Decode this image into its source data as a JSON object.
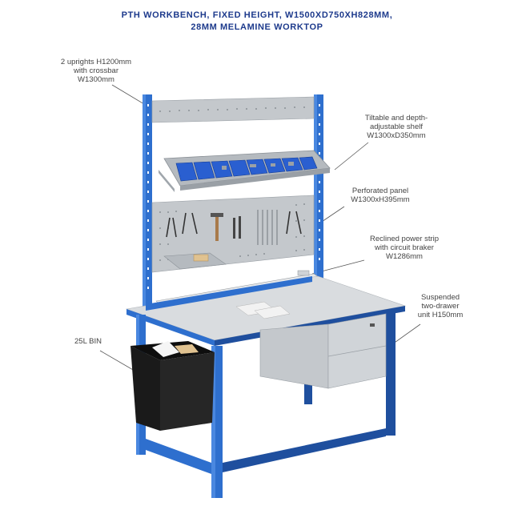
{
  "title": {
    "line1": "PTH WORKBENCH, FIXED HEIGHT, W1500XD750XH828MM,",
    "line2": "28MM MELAMINE WORKTOP"
  },
  "callouts": {
    "uprights": [
      "2 uprights H1200mm",
      "with crossbar",
      "W1300mm"
    ],
    "shelf": [
      "Tiltable and depth-",
      "adjustable shelf",
      "W1300xD350mm"
    ],
    "panel": [
      "Perforated panel",
      "W1300xH395mm"
    ],
    "power_strip": [
      "Reclined power strip",
      "with circuit braker",
      "W1286mm"
    ],
    "drawer": [
      "Suspended",
      "two-drawer",
      "unit H150mm"
    ],
    "bin": [
      "25L BIN"
    ]
  },
  "colors": {
    "frame_blue": "#2e6fce",
    "frame_blue_dark": "#1f4f9e",
    "worktop": "#d9dcdf",
    "grey_metal": "#c4c8cc",
    "bin_black": "#1a1a1a",
    "title_blue": "#1d3a8c"
  }
}
